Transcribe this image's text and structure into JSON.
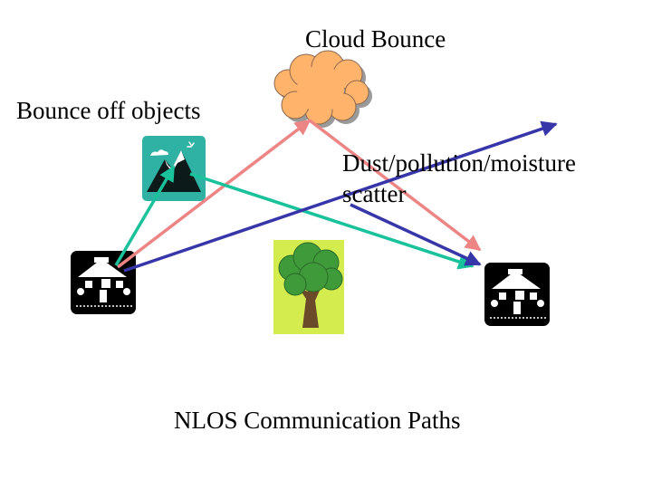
{
  "labels": {
    "cloud": "Cloud Bounce",
    "objects": "Bounce off objects",
    "dust_line1": "Dust/pollution/moisture",
    "dust_line2": "scatter",
    "title": "NLOS  Communication Paths"
  },
  "icons": [
    "cloud-icon",
    "mountain-icon",
    "tree-icon",
    "house-icon"
  ],
  "colors": {
    "cloud_path": "#ee8585",
    "object_path": "#19c29b",
    "scatter_path": "#3636a8",
    "cloud_fill": "#ffb36b",
    "mountain_bg": "#2fb2a4",
    "tree_bg": "#d4ec4e",
    "house": "#000000"
  }
}
